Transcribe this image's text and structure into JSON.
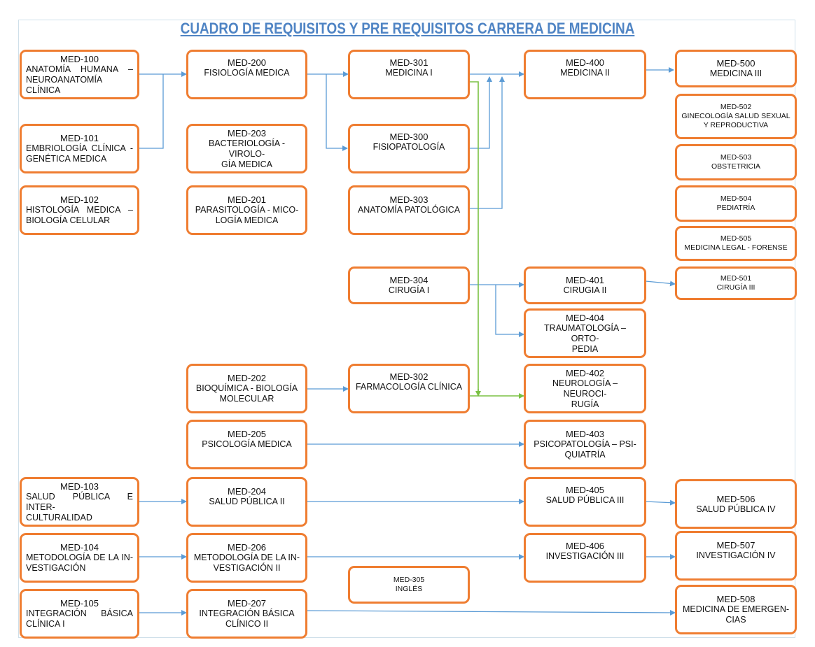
{
  "title": "CUADRO DE REQUISITOS Y PRE REQUISITOS CARRERA DE MEDICINA",
  "colors": {
    "box_border": "#ef7d31",
    "arrow_blue": "#5b9bd5",
    "arrow_green": "#7ac143",
    "title": "#4f84c4"
  },
  "courses": {
    "med100": {
      "code": "MED-100",
      "lines": [
        "ANATOMÍA HUMANA –",
        "NEUROANATOMÍA CLÍNICA"
      ]
    },
    "med101": {
      "code": "MED-101",
      "lines": [
        "EMBRIOLOGÍA CLÍNICA -",
        "GENÉTICA MEDICA"
      ]
    },
    "med102": {
      "code": "MED-102",
      "lines": [
        "HISTOLOGÍA MEDICA –",
        "BIOLOGÍA CELULAR"
      ]
    },
    "med103": {
      "code": "MED-103",
      "lines": [
        "SALUD PÚBLICA E INTER-",
        "CULTURALIDAD"
      ]
    },
    "med104": {
      "code": "MED-104",
      "lines": [
        "METODOLOGÍA DE LA IN-",
        "VESTIGACIÓN"
      ]
    },
    "med105": {
      "code": "MED-105",
      "lines": [
        "INTEGRACIÓN BÁSICA",
        "CLÍNICA I"
      ]
    },
    "med200": {
      "code": "MED-200",
      "lines": [
        "FISIOLOGÍA MEDICA"
      ]
    },
    "med203": {
      "code": "MED-203",
      "lines": [
        "BACTERIOLOGÍA - VIROLO-",
        "GÍA MEDICA"
      ]
    },
    "med201": {
      "code": "MED-201",
      "lines": [
        "PARASITOLOGÍA - MICO-",
        "LOGÍA MEDICA"
      ]
    },
    "med202": {
      "code": "MED-202",
      "lines": [
        "BIOQUÍMICA - BIOLOGÍA",
        "MOLECULAR"
      ]
    },
    "med205": {
      "code": "MED-205",
      "lines": [
        "PSICOLOGÍA MEDICA"
      ]
    },
    "med204": {
      "code": "MED-204",
      "lines": [
        "SALUD PÚBLICA II"
      ]
    },
    "med206": {
      "code": "MED-206",
      "lines": [
        "METODOLOGÍA DE LA IN-",
        "VESTIGACIÓN II"
      ]
    },
    "med207": {
      "code": "MED-207",
      "lines": [
        "INTEGRACIÓN BÁSICA",
        "CLÍNICO II"
      ]
    },
    "med301": {
      "code": "MED-301",
      "lines": [
        "MEDICINA I"
      ]
    },
    "med300": {
      "code": "MED-300",
      "lines": [
        "FISIOPATOLOGÍA"
      ]
    },
    "med303": {
      "code": "MED-303",
      "lines": [
        "ANATOMÍA PATOLÓGICA"
      ]
    },
    "med304": {
      "code": "MED-304",
      "lines": [
        "CIRUGÍA I"
      ]
    },
    "med302": {
      "code": "MED-302",
      "lines": [
        "FARMACOLOGÍA CLÍNICA"
      ]
    },
    "med305": {
      "code": "MED-305",
      "lines": [
        "INGLÉS"
      ]
    },
    "med400": {
      "code": "MED-400",
      "lines": [
        "MEDICINA II"
      ]
    },
    "med401": {
      "code": "MED-401",
      "lines": [
        "CIRUGIA II"
      ]
    },
    "med404": {
      "code": "MED-404",
      "lines": [
        "TRAUMATOLOGÍA – ORTO-",
        "PEDIA"
      ]
    },
    "med402": {
      "code": "MED-402",
      "lines": [
        "NEUROLOGÍA – NEUROCI-",
        "RUGÍA"
      ]
    },
    "med403": {
      "code": "MED-403",
      "lines": [
        "PSICOPATOLOGÍA – PSI-",
        "QUIATRÍA"
      ]
    },
    "med405": {
      "code": "MED-405",
      "lines": [
        "SALUD PÚBLICA III"
      ]
    },
    "med406": {
      "code": "MED-406",
      "lines": [
        "INVESTIGACIÓN III"
      ]
    },
    "med500": {
      "code": "MED-500",
      "lines": [
        "MEDICINA III"
      ]
    },
    "med502": {
      "code": "MED-502",
      "lines": [
        "GINECOLOGÍA SALUD SEXUAL",
        "Y REPRODUCTIVA"
      ]
    },
    "med503": {
      "code": "MED-503",
      "lines": [
        "OBSTETRICIA"
      ]
    },
    "med504": {
      "code": "MED-504",
      "lines": [
        "PEDIATRÍA"
      ]
    },
    "med505": {
      "code": "MED-505",
      "lines": [
        "MEDICINA LEGAL - FORENSE"
      ]
    },
    "med501": {
      "code": "MED-501",
      "lines": [
        "CIRUGÍA III"
      ]
    },
    "med506": {
      "code": "MED-506",
      "lines": [
        "SALUD PÚBLICA IV"
      ]
    },
    "med507": {
      "code": "MED-507",
      "lines": [
        "INVESTIGACIÓN IV"
      ]
    },
    "med508": {
      "code": "MED-508",
      "lines": [
        "MEDICINA DE EMERGEN-",
        "CIAS"
      ]
    }
  }
}
